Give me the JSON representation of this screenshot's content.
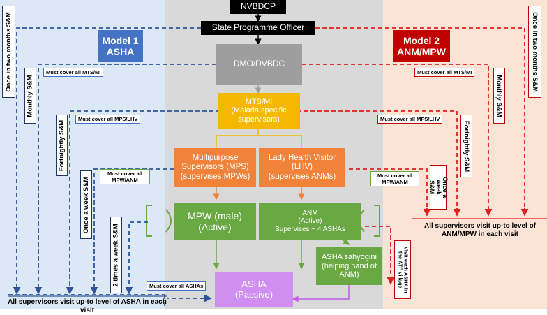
{
  "nodes": {
    "nvbdcp": "NVBDCP",
    "spo": "State Programme Officer",
    "dmo": "DMO/DVBDC",
    "mts_l1": "MTS/MI",
    "mts_l2": "(Malaria specific",
    "mts_l3": "supervisors)",
    "mps_l1": "Multipurpose",
    "mps_l2": "Supervisors (MPS)",
    "mps_l3": "(supervises MPWs)",
    "lhv_l1": "Lady Health Visitor",
    "lhv_l2": "(LHV)",
    "lhv_l3": "(supervises ANMs)",
    "mpw_l1": "MPW (male)",
    "mpw_l2": "(Active)",
    "anm_l1": "ANM",
    "anm_l2": "(Active)",
    "anm_l3": "Supervises ~ 4 ASHAs",
    "sahyogini_l1": "ASHA sahyogini",
    "sahyogini_l2": "(helping hand of",
    "sahyogini_l3": "ANM)",
    "asha_l1": "ASHA",
    "asha_l2": "(Passive)"
  },
  "models": {
    "m1_l1": "Model 1",
    "m1_l2": "ASHA",
    "m2_l1": "Model 2",
    "m2_l2": "ANM/MPW"
  },
  "left_notes": {
    "mts": "Must cover all MTS/MI",
    "mps": "Must cover all MPS/LHV",
    "mpw_l1": "Must cover all",
    "mpw_l2": "MPW/ANM",
    "asha": "Must cover all ASHAs"
  },
  "right_notes": {
    "mts": "Must cover all MTS/MI",
    "mps": "Must cover all MPS/LHV",
    "mpw_l1": "Must cover all",
    "mpw_l2": "MPW/ANM"
  },
  "left_freq": {
    "two_months": "Once in two months S&M",
    "monthly": "Monthly S&M",
    "fortnightly": "Fortnightly S&M",
    "weekly": "Once a week S&M",
    "twice_week": "2 times a week S&M"
  },
  "right_freq": {
    "two_months": "Once in two months S&M",
    "monthly": "Monthly S&M",
    "fortnightly": "Fortnightly S&M",
    "weekly_l1": "Once a",
    "weekly_l2": "week",
    "weekly_l3": "S&M",
    "visit_l1": "Visit each ASHA in",
    "visit_l2": "the ATP village"
  },
  "footers": {
    "left": "All supervisors visit up-to level of ASHA in each visit",
    "right_l1": "All supervisors visit up-to level of",
    "right_l2": "ANM/MPW in each visit"
  },
  "colors": {
    "blue_line": "#2f5597",
    "red_line": "#e02020",
    "black_line": "#000000",
    "green_line": "#6aa843",
    "orange_line": "#f0823a",
    "yellow_line": "#f5b800",
    "purple_line": "#c060e0"
  }
}
